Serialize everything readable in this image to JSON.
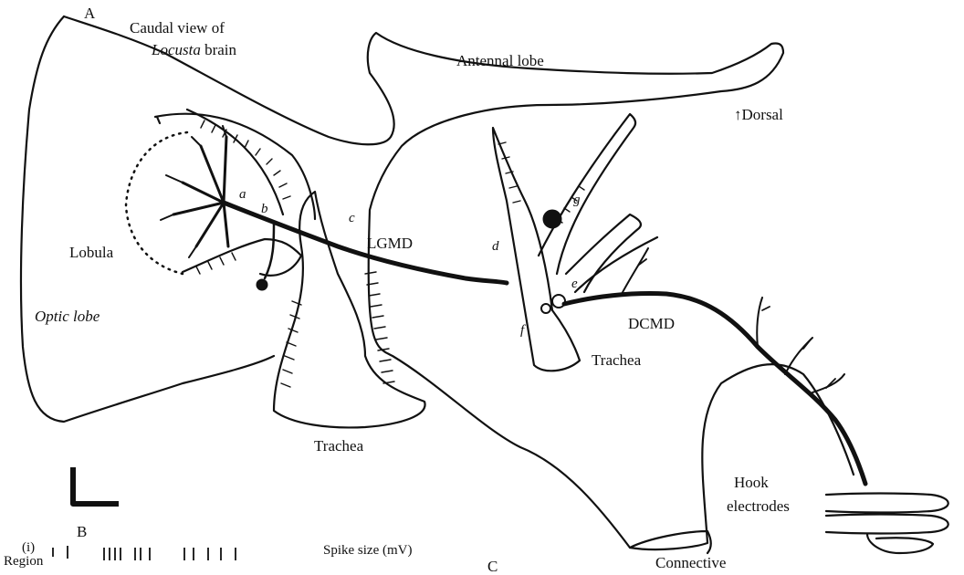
{
  "labels": {
    "panel_a": "A",
    "panel_b": "B",
    "panel_c": "C",
    "title_line1": "Caudal view of",
    "title_locusta": "Locusta",
    "title_brain": "brain",
    "antennal_lobe": "Antennal lobe",
    "dorsal": "Dorsal",
    "dorsal_arrow": "↑",
    "lobula": "Lobula",
    "optic_lobe": "Optic lobe",
    "lgmd": "LGMD",
    "dcmd": "DCMD",
    "trachea_center": "Trachea",
    "trachea_bottom": "Trachea",
    "hook_electrodes_1": "Hook",
    "hook_electrodes_2": "electrodes",
    "connective": "Connective",
    "region": "Region",
    "region_i": "(i)",
    "spike_size": "Spike size (mV)",
    "point_a": "a",
    "point_b": "b",
    "point_c": "c",
    "point_d": "d",
    "point_e": "e",
    "point_f": "f",
    "point_g": "g"
  }
}
